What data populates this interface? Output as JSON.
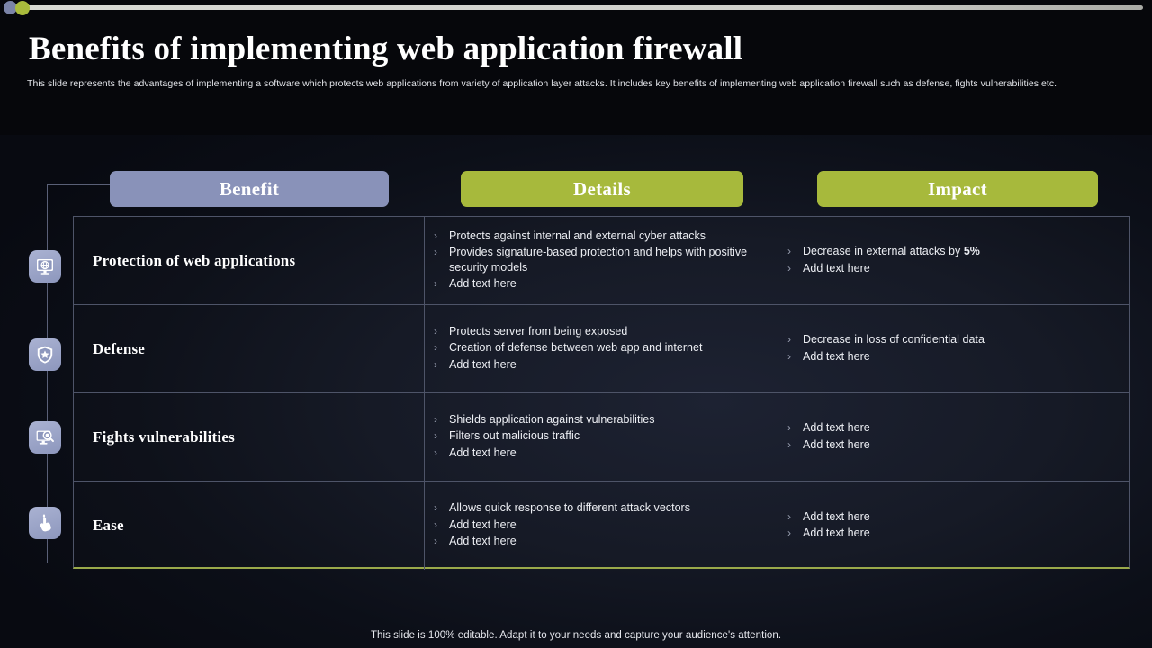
{
  "slide": {
    "title": "Benefits of implementing web application firewall",
    "subtitle": "This slide represents the advantages of implementing  a software which protects web applications from variety of application layer attacks. It includes key benefits of implementing  web application firewall such as defense, fights vulnerabilities etc.",
    "footer": "This slide is 100% editable. Adapt it to your needs and capture your audience's attention."
  },
  "colors": {
    "benefit_header": "#8992b9",
    "details_header": "#a7b93c",
    "impact_header": "#a7b93c",
    "background": "#0b0e16",
    "icon_badge": "#8d97bd",
    "table_border": "#4e5468",
    "accent_underline": "#9aa94a"
  },
  "headers": {
    "benefit": "Benefit",
    "details": "Details",
    "impact": "Impact"
  },
  "rows": [
    {
      "icon": "globe-monitor-icon",
      "benefit": "Protection of web applications",
      "details": [
        "Protects against internal and external cyber attacks",
        "Provides signature-based protection and helps with positive security models",
        "Add text here"
      ],
      "impact": [
        "Decrease in external attacks by 5%",
        "Add text here"
      ],
      "impact_bold": [
        "5%",
        null
      ]
    },
    {
      "icon": "shield-star-icon",
      "benefit": "Defense",
      "details": [
        "Protects server from being exposed",
        "Creation of defense between web app and internet",
        "Add text here"
      ],
      "impact": [
        "Decrease in loss of confidential data",
        "Add text here"
      ],
      "impact_bold": [
        null,
        null
      ]
    },
    {
      "icon": "monitor-search-bug-icon",
      "benefit": "Fights vulnerabilities",
      "details": [
        "Shields application against vulnerabilities",
        "Filters out malicious traffic",
        "Add text here"
      ],
      "impact": [
        "Add text here",
        "Add text here"
      ],
      "impact_bold": [
        null,
        null
      ]
    },
    {
      "icon": "pointing-hand-click-icon",
      "benefit": "Ease",
      "details": [
        "Allows quick response to different attack vectors",
        "Add text here",
        "Add text here"
      ],
      "impact": [
        "Add text here",
        "Add text here"
      ],
      "impact_bold": [
        null,
        null
      ]
    }
  ],
  "bullet_glyph": "›"
}
